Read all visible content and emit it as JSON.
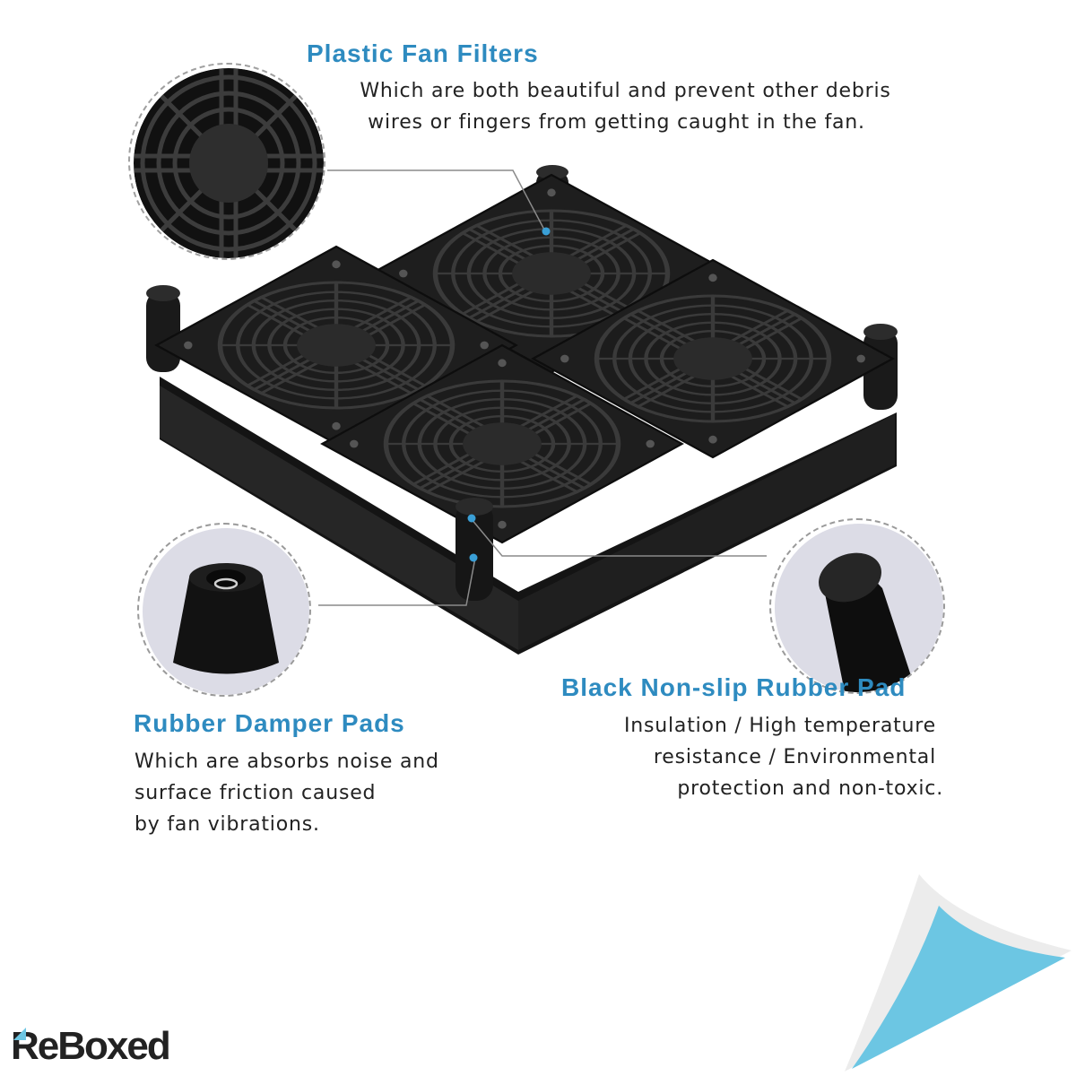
{
  "features": {
    "plastic_fan_filters": {
      "title": "Plastic Fan Filters",
      "lines": [
        "Which are both beautiful and prevent other debris",
        "wires or fingers from getting caught in the fan."
      ]
    },
    "rubber_damper_pads": {
      "title": "Rubber Damper Pads",
      "lines": [
        "Which are absorbs noise and",
        "surface friction caused",
        "by fan vibrations."
      ]
    },
    "black_nonslip_rubber_pad": {
      "title": "Black Non-slip Rubber Pad",
      "lines": [
        "Insulation / High temperature",
        "resistance / Environmental",
        "protection and non-toxic."
      ]
    }
  },
  "product": {
    "fan_count": 4,
    "feet_count": 4
  },
  "brand": {
    "logo_text": "ReBoxed"
  },
  "colors": {
    "heading_blue": "#2e8bc0",
    "body_text": "#222222",
    "corner_blue": "#6cc6e3",
    "zoom_bg": "#dcdce6"
  }
}
